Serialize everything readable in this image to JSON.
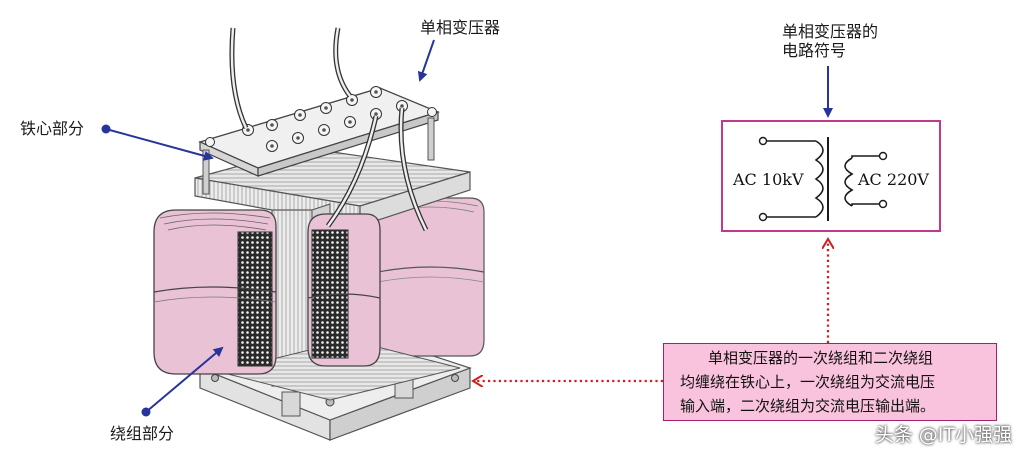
{
  "labels": {
    "transformer_title": "单相变压器",
    "core_part": "铁心部分",
    "winding_part": "绕组部分",
    "symbol_title_line1": "单相变压器的",
    "symbol_title_line2": "电路符号"
  },
  "symbol": {
    "primary": "AC 10kV",
    "secondary": "AC 220V"
  },
  "note": {
    "lines": [
      "单相变压器的一次绕组和二次绕组",
      "均缠绕在铁心上，一次绕组为交流电压",
      "输入端，二次绕组为交流电压输出端。"
    ]
  },
  "watermark": "头条 @IT小强强",
  "colors": {
    "arrow_blue": "#27359a",
    "note_bg": "#f9c3dd",
    "note_border": "#a4206a",
    "box_border": "#c0398d",
    "dotted_red": "#d21e1e",
    "coil_pink": "#eac2d5"
  }
}
